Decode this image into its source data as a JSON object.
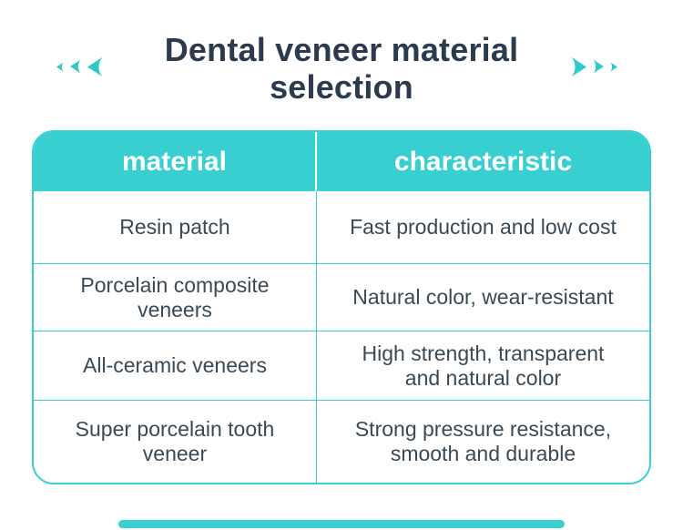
{
  "header": {
    "title_lines": [
      "Dental veneer material",
      "selection"
    ],
    "title_color": "#2b3a4d",
    "arrow_color": "#2fc8cb"
  },
  "table": {
    "accent_color": "#38cfd1",
    "border_color": "#3bcfd1",
    "header_text_color": "#ffffff",
    "body_text_color": "#3a4954",
    "columns": [
      "material",
      "characteristic"
    ],
    "rows": [
      {
        "material": [
          "Resin patch"
        ],
        "characteristic": [
          "Fast production and low cost"
        ]
      },
      {
        "material": [
          "Porcelain composite",
          "veneers"
        ],
        "characteristic": [
          "Natural color, wear-resistant"
        ]
      },
      {
        "material": [
          "All-ceramic veneers"
        ],
        "characteristic": [
          "High strength, transparent",
          "and natural color"
        ]
      },
      {
        "material": [
          "Super porcelain tooth",
          "veneer"
        ],
        "characteristic": [
          "Strong pressure resistance,",
          "smooth and durable"
        ]
      }
    ]
  },
  "footer": {
    "accent_bar_color": "#3ad0d2"
  },
  "chart_data": {
    "type": "table",
    "title": "Dental veneer material selection",
    "columns": [
      "material",
      "characteristic"
    ],
    "rows": [
      [
        "Resin patch",
        "Fast production and low cost"
      ],
      [
        "Porcelain composite veneers",
        "Natural color, wear-resistant"
      ],
      [
        "All-ceramic veneers",
        "High strength, transparent and natural color"
      ],
      [
        "Super porcelain tooth veneer",
        "Strong pressure resistance, smooth and durable"
      ]
    ]
  }
}
